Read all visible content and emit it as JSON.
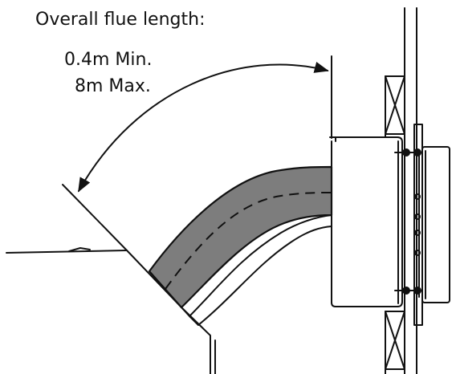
{
  "labels": {
    "title": "Overall flue length:",
    "min": "0.4m Min.",
    "max": "8m Max."
  },
  "colors": {
    "stroke": "#111111",
    "flue_fill": "#7d7d7d",
    "background": "#ffffff"
  }
}
